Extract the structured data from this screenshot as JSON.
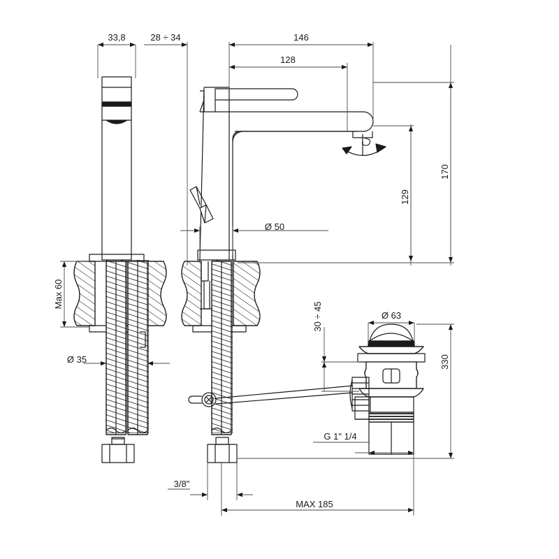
{
  "drawing": {
    "title": "Single-lever basin mixer tap with pop-up waste - technical dimension drawing",
    "units": "mm",
    "line_color": "#1a1a1a",
    "dim_color": "#4a4a4a",
    "background": "#ffffff"
  },
  "dimensions": {
    "side_width": "33,8",
    "gap_range": "28 ÷ 34",
    "spout_overall": "146",
    "spout_reach": "128",
    "spout_height": "129",
    "total_height": "170",
    "max_deck_thickness": "Max 60",
    "base_diameter": "Ø 35",
    "body_diameter": "Ø 50",
    "waste_cap_diameter": "Ø 63",
    "waste_deck_range": "30 ÷ 45",
    "waste_total": "330",
    "supply_thread": "3/8\"",
    "waste_thread": "G 1\" 1/4",
    "max_linkage": "MAX 185"
  },
  "annotations": {
    "swivel_symbol": "swivel-arc-rotation-symbol"
  }
}
